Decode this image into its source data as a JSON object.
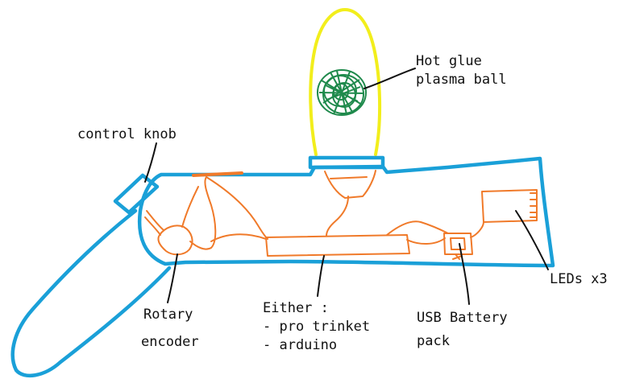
{
  "colors": {
    "housing": "#1aa0d8",
    "wiring": "#f07a2a",
    "glass_dome": "#f2ee1c",
    "plasma_ball": "#1f8a4c",
    "ink": "#111111",
    "background": "#ffffff"
  },
  "labels": {
    "glue": [
      "Hot glue",
      "plasma ball"
    ],
    "knob": "control knob",
    "rotary": [
      "Rotary",
      "encoder"
    ],
    "board": [
      "Either :",
      "- pro trinket",
      "- arduino"
    ],
    "battery": [
      "USB Battery",
      "pack"
    ],
    "leds": "LEDs x3"
  }
}
